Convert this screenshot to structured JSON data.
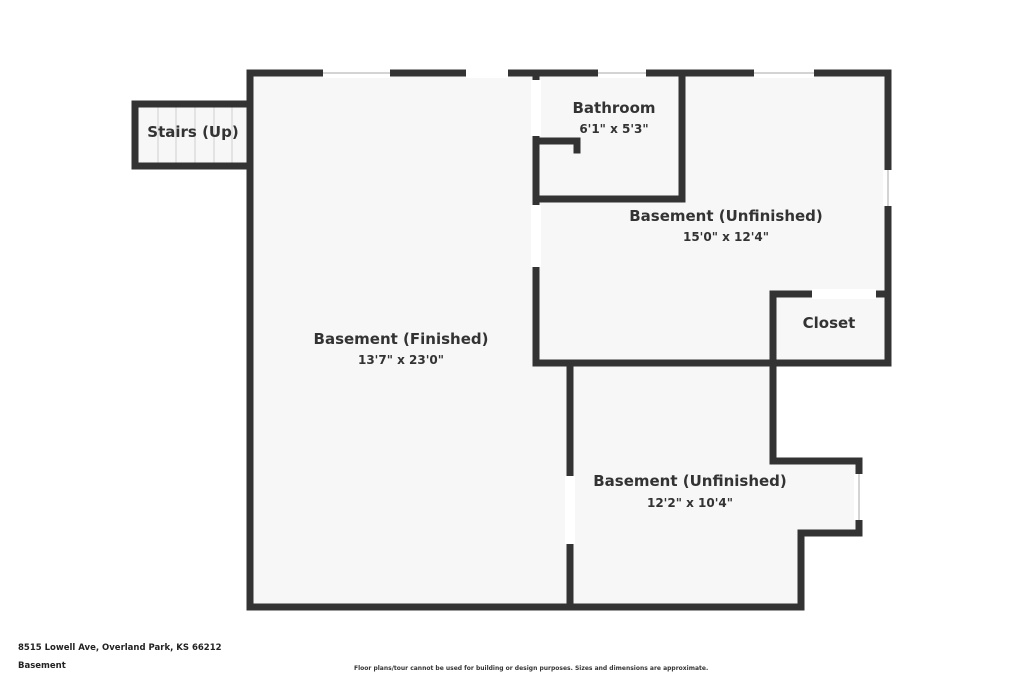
{
  "colors": {
    "wall": "#333333",
    "floor": "#f7f7f7",
    "window": "#ffffff",
    "text": "#333333"
  },
  "rooms": {
    "stairs": {
      "name": "Stairs (Up)"
    },
    "finished": {
      "name": "Basement (Finished)",
      "dims": "13'7\" x 23'0\""
    },
    "bathroom": {
      "name": "Bathroom",
      "dims": "6'1\" x 5'3\""
    },
    "unfinished_upper": {
      "name": "Basement (Unfinished)",
      "dims": "15'0\" x 12'4\""
    },
    "closet": {
      "name": "Closet"
    },
    "unfinished_lower": {
      "name": "Basement (Unfinished)",
      "dims": "12'2\" x 10'4\""
    }
  },
  "footer": {
    "address": "8515 Lowell Ave, Overland Park, KS 66212",
    "level": "Basement",
    "disclaimer": "Floor plans/tour cannot be used for building or design purposes. Sizes and dimensions are approximate."
  }
}
